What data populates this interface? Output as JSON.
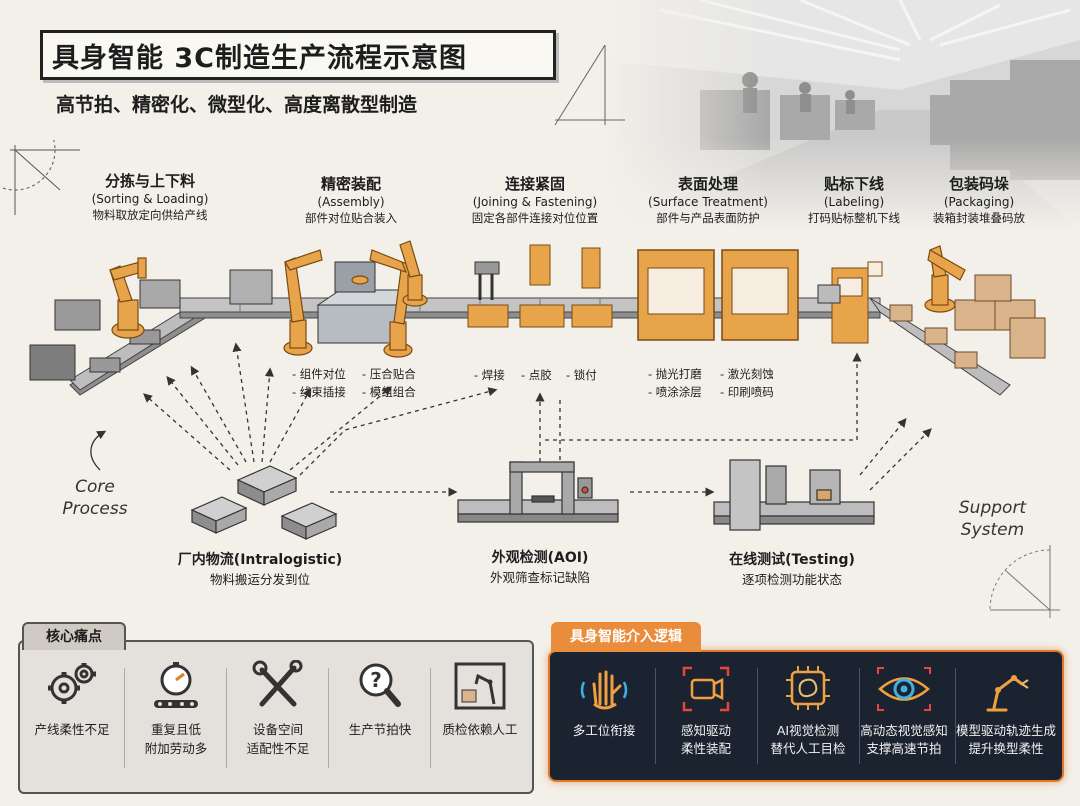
{
  "title": "具身智能  3C制造生产流程示意图",
  "subtitle": "高节拍、精密化、微型化、高度离散型制造",
  "stages": [
    {
      "cn": "分拣与上下料",
      "en": "(Sorting & Loading)",
      "desc": "物料取放定向供给产线"
    },
    {
      "cn": "精密装配",
      "en": "(Assembly)",
      "desc": "部件对位贴合装入"
    },
    {
      "cn": "连接紧固",
      "en": "(Joining & Fastening)",
      "desc": "固定各部件连接对位位置"
    },
    {
      "cn": "表面处理",
      "en": "(Surface Treatment)",
      "desc": "部件与产品表面防护"
    },
    {
      "cn": "贴标下线",
      "en": "(Labeling)",
      "desc": "打码贴标整机下线"
    },
    {
      "cn": "包装码垛",
      "en": "(Packaging)",
      "desc": "装箱封装堆叠码放"
    }
  ],
  "assembly_sub": {
    "c1": [
      "- 组件对位",
      "- 线束插接"
    ],
    "c2": [
      "- 压合贴合",
      "- 模组组合"
    ]
  },
  "joining_sub": [
    "- 焊接",
    "- 点胶",
    "- 锁付"
  ],
  "surface_sub": {
    "c1": [
      "- 抛光打磨",
      "- 喷涂涂层"
    ],
    "c2": [
      "- 激光刻蚀",
      "- 印刷喷码"
    ]
  },
  "core_process": [
    "Core",
    "Process"
  ],
  "support_system": [
    "Support",
    "System"
  ],
  "intralogistic": {
    "title": "厂内物流(Intralogistic)",
    "desc": "物料搬运分发到位"
  },
  "aoi": {
    "title": "外观检测(AOI)",
    "desc": "外观筛查标记缺陷"
  },
  "testing": {
    "title": "在线测试(Testing)",
    "desc": "逐项检测功能状态"
  },
  "pain": {
    "tab": "核心痛点",
    "items": [
      {
        "icon": "gears-icon",
        "label": [
          "产线柔性不足"
        ]
      },
      {
        "icon": "stopwatch-conveyor-icon",
        "label": [
          "重复且低",
          "附加劳动多"
        ]
      },
      {
        "icon": "tools-icon",
        "label": [
          "设备空间",
          "适配性不足"
        ]
      },
      {
        "icon": "magnifier-question-icon",
        "label": [
          "生产节拍快"
        ]
      },
      {
        "icon": "robot-arm-box-icon",
        "label": [
          "质检依赖人工"
        ]
      }
    ]
  },
  "ai": {
    "tab": "具身智能介入逻辑",
    "items": [
      {
        "icon": "hand-sensing-icon",
        "label": [
          "多工位衔接"
        ]
      },
      {
        "icon": "camera-focus-icon",
        "label": [
          "感知驱动",
          "柔性装配"
        ]
      },
      {
        "icon": "ai-brain-chip-icon",
        "label": [
          "AI视觉检测",
          "替代人工目检"
        ]
      },
      {
        "icon": "eye-focus-icon",
        "label": [
          "高动态视觉感知",
          "支撑高速节拍"
        ]
      },
      {
        "icon": "robot-arm-icon",
        "label": [
          "模型驱动轨迹生成",
          "提升换型柔性"
        ]
      }
    ]
  },
  "colors": {
    "orange": "#e8a44a",
    "dark_orange": "#d9822b",
    "panel_dark": "#1b2230",
    "accent": "#e98c3b"
  }
}
